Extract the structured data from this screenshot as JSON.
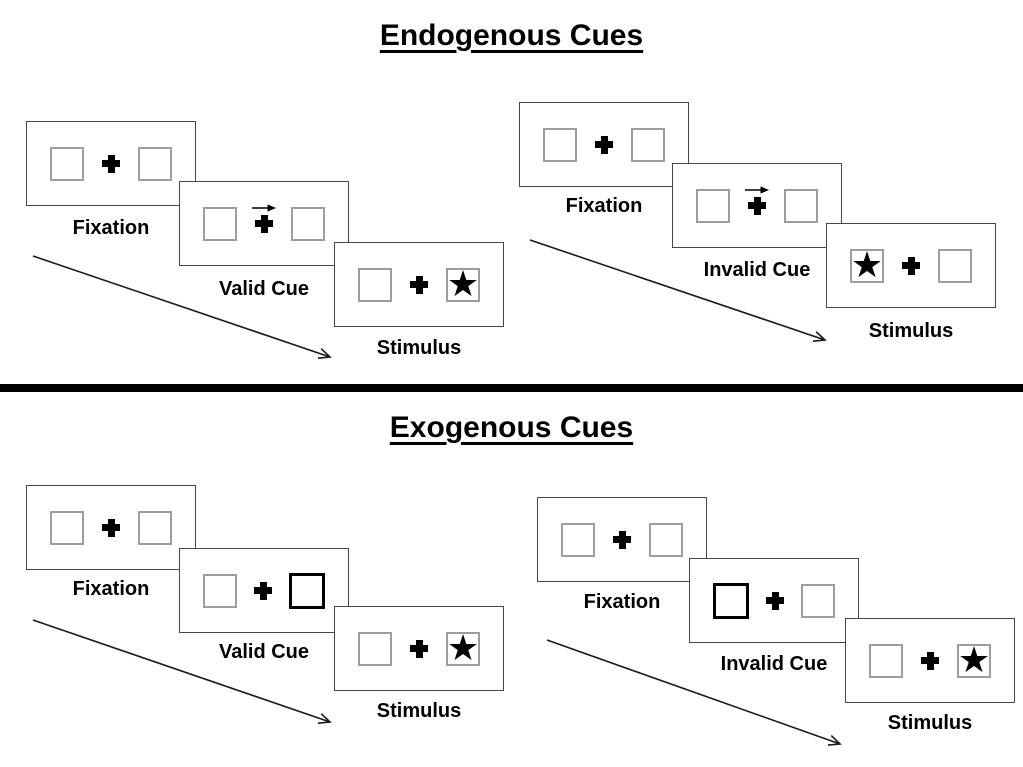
{
  "diagram": {
    "sections": [
      {
        "id": "endogenous",
        "title": "Endogenous Cues",
        "groups": [
          {
            "id": "valid",
            "panels": [
              {
                "label": "Fixation",
                "content": "two empty boxes with central cross"
              },
              {
                "label": "Valid Cue",
                "content": "central cross with right-pointing arrow above"
              },
              {
                "label": "Stimulus",
                "content": "star in right box"
              }
            ]
          },
          {
            "id": "invalid",
            "panels": [
              {
                "label": "Fixation",
                "content": "two empty boxes with central cross"
              },
              {
                "label": "Invalid Cue",
                "content": "central cross with right-pointing arrow above"
              },
              {
                "label": "Stimulus",
                "content": "star in left box"
              }
            ]
          }
        ]
      },
      {
        "id": "exogenous",
        "title": "Exogenous Cues",
        "groups": [
          {
            "id": "valid",
            "panels": [
              {
                "label": "Fixation",
                "content": "two empty boxes with central cross"
              },
              {
                "label": "Valid Cue",
                "content": "thick-bordered right box"
              },
              {
                "label": "Stimulus",
                "content": "star in right box"
              }
            ]
          },
          {
            "id": "invalid",
            "panels": [
              {
                "label": "Fixation",
                "content": "two empty boxes with central cross"
              },
              {
                "label": "Invalid Cue",
                "content": "thick-bordered left box"
              },
              {
                "label": "Stimulus",
                "content": "star in right box"
              }
            ]
          }
        ]
      }
    ],
    "glyphs": {
      "star": "★"
    },
    "colors": {
      "ink": "#000000",
      "box_border": "#9d9d9d",
      "panel_border": "#474747"
    }
  }
}
